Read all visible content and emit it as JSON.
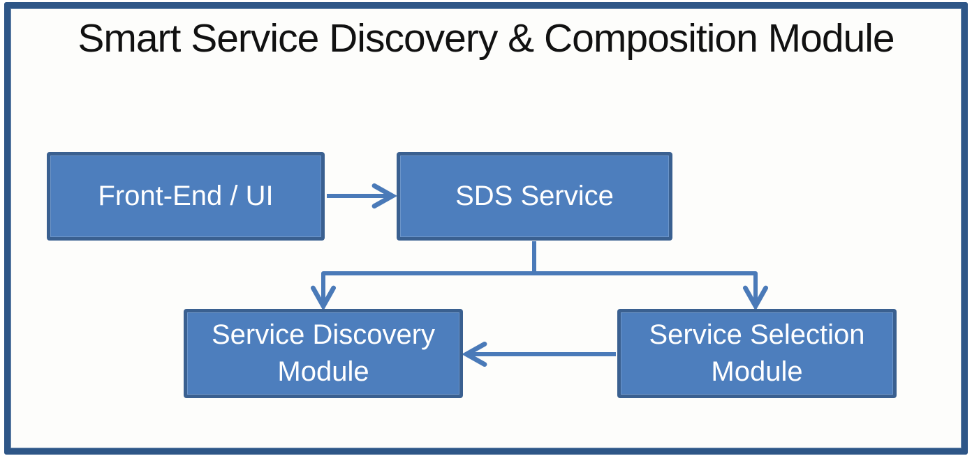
{
  "diagram": {
    "title": "Smart Service Discovery & Composition Module",
    "nodes": [
      {
        "id": "front-end-ui",
        "label": "Front-End / UI"
      },
      {
        "id": "sds-service",
        "label": "SDS Service"
      },
      {
        "id": "service-discovery-module",
        "label": "Service Discovery Module"
      },
      {
        "id": "service-selection-module",
        "label": "Service Selection Module"
      }
    ],
    "edges": [
      {
        "from": "Front-End / UI",
        "to": "SDS Service",
        "style": "arrow-right"
      },
      {
        "from": "SDS Service",
        "to": "Service Discovery Module",
        "style": "elbow-arrow-down"
      },
      {
        "from": "SDS Service",
        "to": "Service Selection Module",
        "style": "elbow-arrow-down"
      },
      {
        "from": "Service Selection Module",
        "to": "Service Discovery Module",
        "style": "arrow-left"
      }
    ],
    "colors": {
      "node_fill": "#4d7ebd",
      "node_border": "#3a6090",
      "node_text": "#ffffff",
      "connector": "#4a7ab8",
      "frame_border": "#2e5687",
      "canvas_background": "#fdfdfb",
      "title_text": "#111111"
    }
  }
}
